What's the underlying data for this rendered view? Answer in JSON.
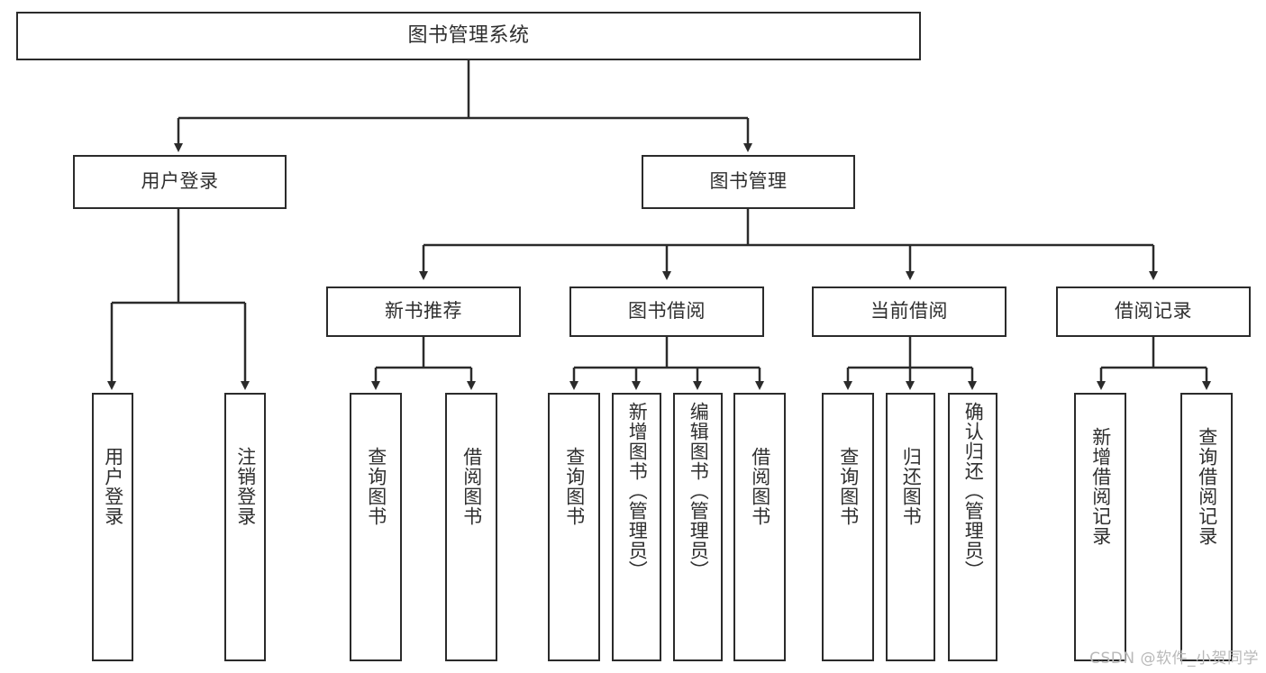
{
  "diagram": {
    "title": "图书管理系统",
    "type": "tree-hierarchy-diagram",
    "colors": {
      "box_border": "#2b2b2b",
      "box_fill": "#ffffff",
      "text": "#2f2f2f",
      "connector": "#2b2b2b",
      "background": "#ffffff",
      "watermark": "#b9b9b9"
    },
    "root": {
      "label": "图书管理系统"
    },
    "level2": [
      {
        "label": "用户登录"
      },
      {
        "label": "图书管理"
      }
    ],
    "level3": [
      {
        "label": "新书推荐"
      },
      {
        "label": "图书借阅"
      },
      {
        "label": "当前借阅"
      },
      {
        "label": "借阅记录"
      }
    ],
    "leaves": {
      "user_login": [
        {
          "label": "用户登录"
        },
        {
          "label": "注销登录"
        }
      ],
      "new_book_recommend": [
        {
          "label": "查询图书"
        },
        {
          "label": "借阅图书"
        }
      ],
      "book_borrow": [
        {
          "label": "查询图书"
        },
        {
          "label": "新增图书（管理员）"
        },
        {
          "label": "编辑图书（管理员）"
        },
        {
          "label": "借阅图书"
        }
      ],
      "current_borrow": [
        {
          "label": "查询图书"
        },
        {
          "label": "归还图书"
        },
        {
          "label": "确认归还（管理员）"
        }
      ],
      "borrow_records": [
        {
          "label": "新增借阅记录"
        },
        {
          "label": "查询借阅记录"
        }
      ]
    },
    "watermark": "CSDN @软件_小贺同学"
  }
}
